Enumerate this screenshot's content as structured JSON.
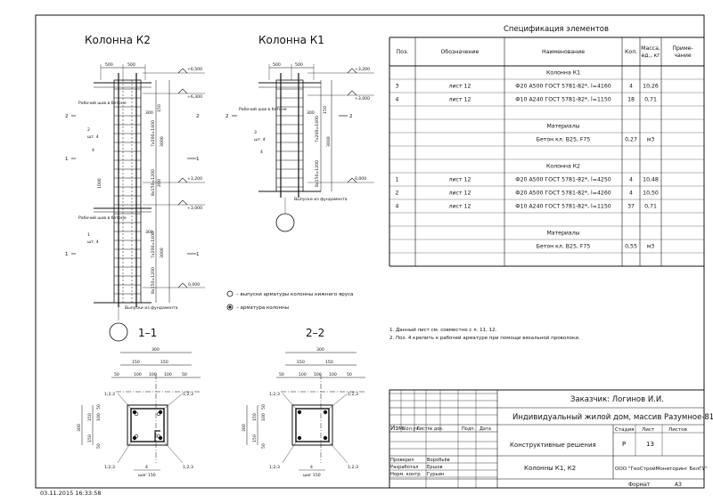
{
  "drawings": {
    "k2": {
      "title": "Колонна К2",
      "dims_top": [
        "500",
        "500"
      ],
      "levels": [
        "+6,500",
        "+6,300",
        "+3,200",
        "+3,000",
        "0,000"
      ],
      "joint_label_1": "Рабочий шов в бетоне",
      "joint_label_2": "Рабочий шов в бетоне",
      "section_mark": "2",
      "pos_2": "2",
      "pos_2_count": "шт. 4",
      "pos_4": "4",
      "pos_1": "1",
      "side_dims": [
        "50",
        "300",
        "150",
        "200",
        "1000",
        "3000",
        "200",
        "150",
        "3000",
        "150",
        "300"
      ],
      "stirrups_a": "7х200=1400",
      "stirrups_b": "8х150=1200",
      "stirrups_c": "7х200=1400",
      "stirrups_d": "8х150=1200",
      "outlet_label": "Выпуски из фундамента",
      "cut_label": "1"
    },
    "k1": {
      "title": "Колонна К1",
      "dims_top": [
        "500",
        "500"
      ],
      "levels": [
        "+3,200",
        "+3,000",
        "0,000"
      ],
      "joint_label": "Рабочий шов в бетоне",
      "pos_3": "3",
      "pos_3_count": "шт. 4",
      "pos_4": "4",
      "side_dims": [
        "300",
        "150",
        "3000",
        "150",
        "50"
      ],
      "stirrups_a": "7х200=1400",
      "stirrups_b": "8х150=1200",
      "outlet_label": "Выпуски из фундамента",
      "section_mark": "2"
    },
    "legend": {
      "item1": "– выпуски арматуры колонны нижнего яруса",
      "item2": "– арматура колонны"
    },
    "section_1": {
      "title": "1–1",
      "top_dims": [
        "300",
        "150",
        "150",
        "50",
        "100",
        "100",
        "100",
        "50"
      ],
      "side_dims": [
        "50",
        "150",
        "300",
        "100",
        "50"
      ],
      "labels": [
        "1;2;3",
        "1;2;3",
        "1;2;3",
        "1;2;3"
      ],
      "pos": "4",
      "step": "шаг 150"
    },
    "section_2": {
      "title": "2–2",
      "top_dims": [
        "300",
        "150",
        "150",
        "50",
        "100",
        "100",
        "100",
        "50"
      ],
      "side_dims": [
        "50",
        "150",
        "300",
        "100",
        "50"
      ],
      "labels": [
        "1;2;3",
        "1;2;3",
        "1;2;3",
        "1;2;3"
      ],
      "pos": "4",
      "step": "шаг 150"
    }
  },
  "spec": {
    "title": "Спецификация элементов",
    "headers": [
      "Поз.",
      "Обозначение",
      "Наименование",
      "Кол.",
      "Масса, ед., кг",
      "Приме-чание"
    ],
    "rows": [
      {
        "pos": "",
        "desig": "",
        "name": "Колонна К1",
        "qty": "",
        "mass": "",
        "note": "",
        "kind": "head"
      },
      {
        "pos": "3",
        "desig": "лист 12",
        "name": "Ф20 А500 ГОСТ 5781-82*,  l=4160",
        "qty": "4",
        "mass": "10,26",
        "note": ""
      },
      {
        "pos": "4",
        "desig": "лист 12",
        "name": "Ф10 А240 ГОСТ 5781-82*,  l=1150",
        "qty": "18",
        "mass": "0,71",
        "note": ""
      },
      {
        "pos": "",
        "desig": "",
        "name": "",
        "qty": "",
        "mass": "",
        "note": ""
      },
      {
        "pos": "",
        "desig": "",
        "name": "Материалы",
        "qty": "",
        "mass": "",
        "note": "",
        "kind": "head"
      },
      {
        "pos": "",
        "desig": "",
        "name": "Бетон кл. В25, F75",
        "qty": "0,27",
        "mass": "м3",
        "note": ""
      },
      {
        "pos": "",
        "desig": "",
        "name": "",
        "qty": "",
        "mass": "",
        "note": ""
      },
      {
        "pos": "",
        "desig": "",
        "name": "Колонна К2",
        "qty": "",
        "mass": "",
        "note": "",
        "kind": "head"
      },
      {
        "pos": "1",
        "desig": "лист 12",
        "name": "Ф20 А500 ГОСТ 5781-82*,  l=4250",
        "qty": "4",
        "mass": "10,48",
        "note": ""
      },
      {
        "pos": "2",
        "desig": "лист 12",
        "name": "Ф20 А500 ГОСТ 5781-82*,  l=4260",
        "qty": "4",
        "mass": "10,50",
        "note": ""
      },
      {
        "pos": "4",
        "desig": "лист 12",
        "name": "Ф10 А240 ГОСТ 5781-82*,  l=1150",
        "qty": "37",
        "mass": "0,71",
        "note": ""
      },
      {
        "pos": "",
        "desig": "",
        "name": "",
        "qty": "",
        "mass": "",
        "note": ""
      },
      {
        "pos": "",
        "desig": "",
        "name": "Материалы",
        "qty": "",
        "mass": "",
        "note": "",
        "kind": "head"
      },
      {
        "pos": "",
        "desig": "",
        "name": "Бетон кл. В25, F75",
        "qty": "0,55",
        "mass": "м3",
        "note": ""
      },
      {
        "pos": "",
        "desig": "",
        "name": "",
        "qty": "",
        "mass": "",
        "note": ""
      }
    ]
  },
  "notes": [
    "1. Данный лист см. совместно с л. 11, 12.",
    "2. Поз. 4 крепить к рабочей арматуре при помощи вязальной проволоки."
  ],
  "stamp": {
    "customer": "Заказчик: Логинов И.И.",
    "project": "Индивидуальный жилой дом, массив Разумное-81",
    "section": "Конструктивные решения",
    "sheet_title": "Колонны К1, К2",
    "org": "ООО \"ГеоСтройМониторинг БелГУ\"",
    "col_headers": [
      "Изм.",
      "Кол.уч.",
      "Лист",
      "№ док.",
      "Подп.",
      "Дата"
    ],
    "stage_headers": [
      "Стадия",
      "Лист",
      "Листов"
    ],
    "stage_values": [
      "Р",
      "13",
      ""
    ],
    "people": [
      {
        "role": "Проверил",
        "name": "Воробьёв"
      },
      {
        "role": "Разработал",
        "name": "Ершов"
      },
      {
        "role": "Норм. контр.",
        "name": "Гурьин"
      }
    ]
  },
  "format_label": "Формат",
  "format_value": "А3",
  "timestamp": "03.11.2015 16:33:58"
}
